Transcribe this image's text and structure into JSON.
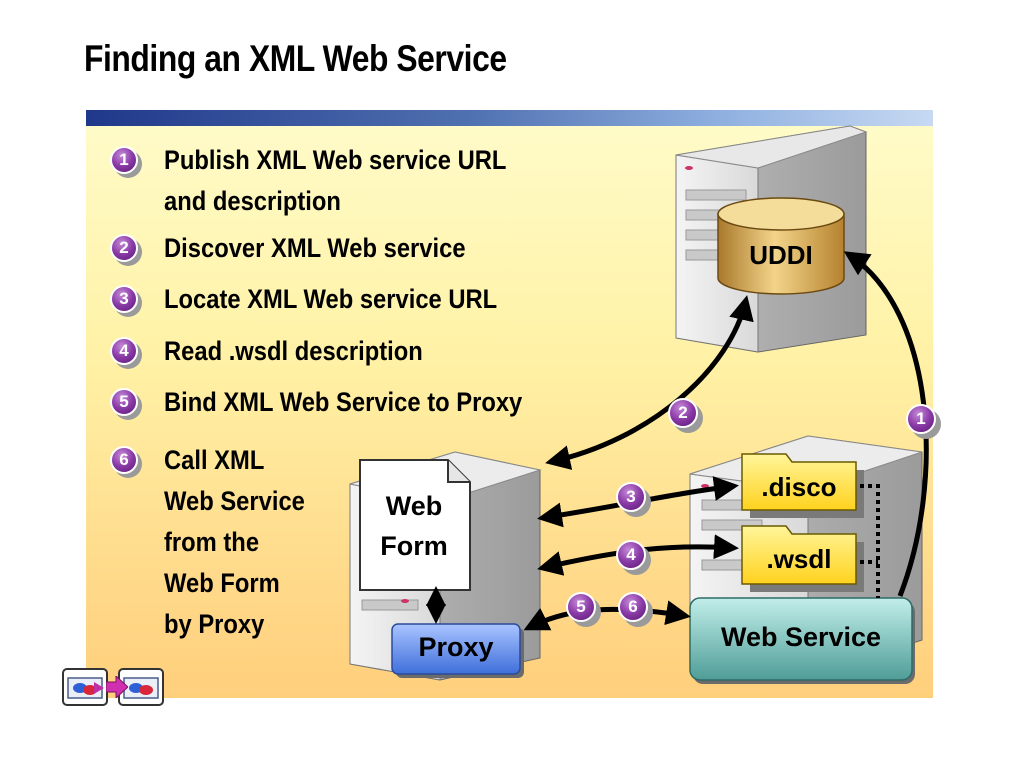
{
  "title": "Finding an XML Web Service",
  "steps": [
    {
      "num": "1",
      "lines": [
        "Publish XML Web service URL",
        "and description"
      ]
    },
    {
      "num": "2",
      "lines": [
        "Discover XML Web service"
      ]
    },
    {
      "num": "3",
      "lines": [
        "Locate XML Web service URL"
      ]
    },
    {
      "num": "4",
      "lines": [
        "Read .wsdl description"
      ]
    },
    {
      "num": "5",
      "lines": [
        "Bind XML Web Service to Proxy"
      ]
    },
    {
      "num": "6",
      "lines": [
        "Call XML",
        "Web Service",
        "from the",
        "Web Form",
        "by Proxy"
      ]
    }
  ],
  "diagram": {
    "uddi": "UDDI",
    "web_form": [
      "Web",
      "Form"
    ],
    "proxy": "Proxy",
    "disco": ".disco",
    "wsdl": ".wsdl",
    "web_service": "Web Service",
    "badges": [
      "2",
      "1",
      "3",
      "4",
      "5",
      "6"
    ]
  },
  "colors": {
    "title_band": "#20388a",
    "panel": "#fff2a6",
    "badge": "#8a3aa6",
    "proxy": "#5a86e8",
    "web_service": "#6fb2ae",
    "folder": "#ffe14a",
    "uddi": "#d6a94a"
  },
  "icons": [
    "previous-slide-icon",
    "next-slide-icon"
  ]
}
